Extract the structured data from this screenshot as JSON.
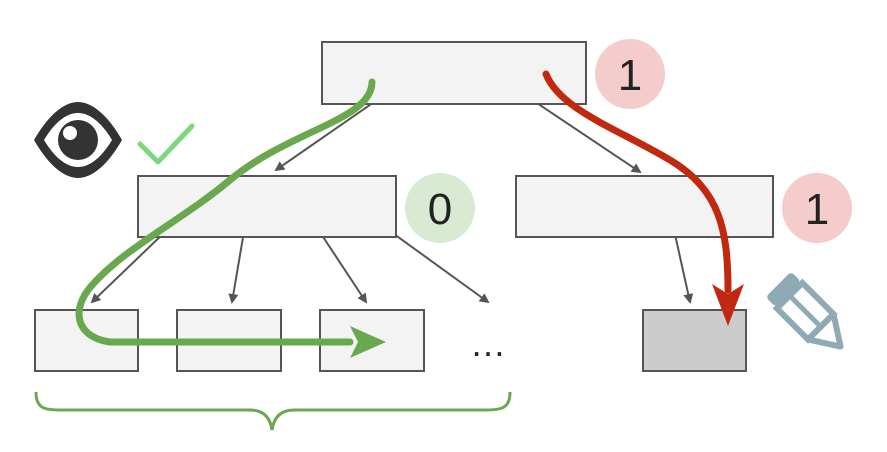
{
  "badges": {
    "root": "1",
    "left_child": "0",
    "right_child": "1"
  },
  "ellipsis": "…",
  "colors": {
    "node_fill": "#f3f3f3",
    "node_dirty_fill": "#cccccc",
    "edge": "#555555",
    "green_path": "#6aa84f",
    "red_path": "#c0280f",
    "badge_red_bg": "#f4cccc",
    "badge_green_bg": "#d9ead3",
    "check": "#7ed77e",
    "pencil": "#8fa9b5"
  },
  "icons": {
    "eye": "eye-icon",
    "check": "check-icon",
    "pencil": "pencil-icon"
  }
}
